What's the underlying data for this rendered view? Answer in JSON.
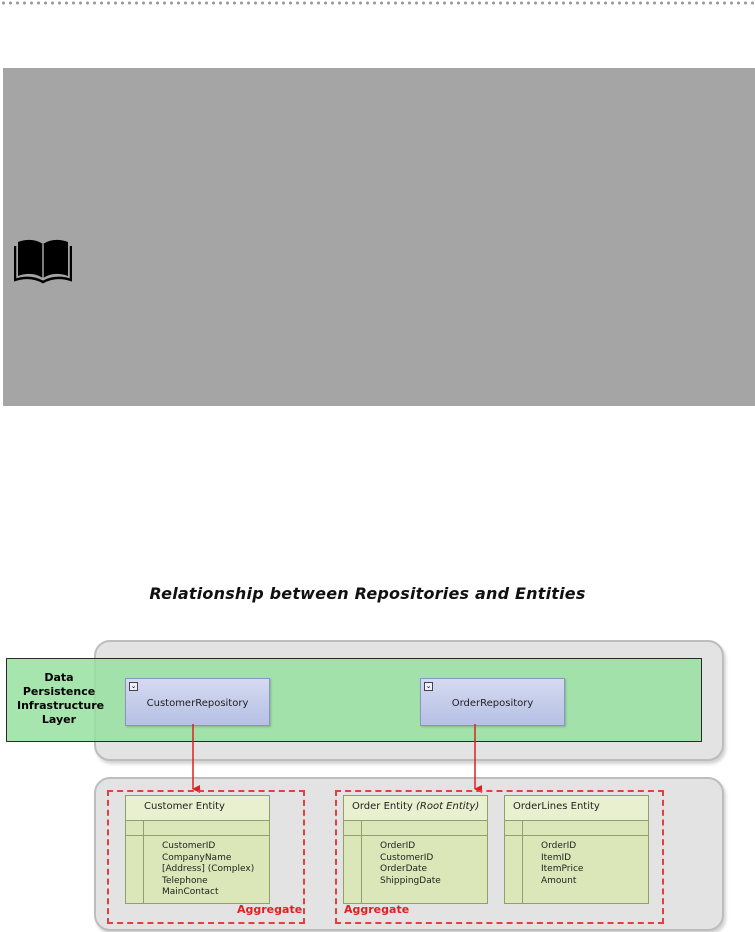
{
  "diagram": {
    "title": "Relationship between Repositories and Entities",
    "layer_label": "Data Persistence Infrastructure Layer",
    "repositories": [
      {
        "name": "CustomerRepository"
      },
      {
        "name": "OrderRepository"
      }
    ],
    "entities": [
      {
        "title": "Customer Entity",
        "fields": [
          "CustomerID",
          "CompanyName",
          "[Address] (Complex)",
          "Telephone",
          "MainContact"
        ]
      },
      {
        "title": "Order Entity",
        "title_suffix": "(Root Entity)",
        "fields": [
          "OrderID",
          "CustomerID",
          "OrderDate",
          "ShippingDate"
        ]
      },
      {
        "title": "OrderLines Entity",
        "fields": [
          "OrderID",
          "ItemID",
          "ItemPrice",
          "Amount"
        ]
      }
    ],
    "aggregate_label": "Aggregate",
    "colors": {
      "layer_green": "#96e1a0",
      "aggregate_red": "#e04040",
      "arrow_red": "#e02020",
      "entity_green": "#dbe7b8",
      "repo_blue": "#b7c0e5",
      "note_gray": "#a5a5a5"
    }
  },
  "icons": {
    "note": "book-icon",
    "collapse": "collapse-icon"
  }
}
